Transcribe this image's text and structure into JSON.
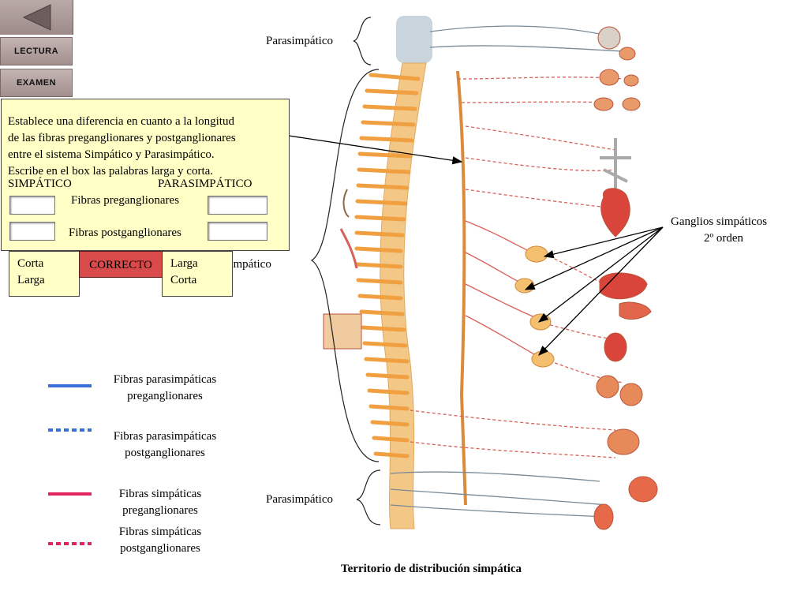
{
  "nav": {
    "lectura_label": "LECTURA",
    "examen_label": "EXAMEN"
  },
  "question": {
    "lines": [
      "Establece  una diferencia en cuanto a la longitud",
      "de las fibras preganglionares y postganglionares",
      "entre el sistema Simpático y Parasimpático.",
      "Escribe en el box  las palabras   larga y  corta."
    ],
    "col_simpatico": "SIMPÁTICO",
    "col_parasimpatico": "PARASIMPÁTICO",
    "row_pre": "Fibras preganglionares",
    "row_post": "Fibras postganglionares"
  },
  "answers": {
    "simpatico": [
      "Corta",
      "Larga"
    ],
    "parasimpatico": [
      "Larga",
      "Corta"
    ],
    "correct_label": "CORRECTO"
  },
  "diagram": {
    "label_para_top": "Parasimpático",
    "label_simp_partial": "Simpático",
    "label_para_bottom": "Parasimpático",
    "ganglios_line1": "Ganglios simpáticos",
    "ganglios_line2": "2º orden",
    "caption": "Territorio de distribución  simpática"
  },
  "legend": [
    {
      "line1": "Fibras parasimpáticas",
      "line2": "preganglionares",
      "color": "#3a6fd8",
      "style": "solid"
    },
    {
      "line1": "Fibras parasimpáticas",
      "line2": "postganglionares",
      "color": "#3a6fd8",
      "style": "dotted"
    },
    {
      "line1": "Fibras simpáticas",
      "line2": "preganglionares",
      "color": "#e0245e",
      "style": "solid"
    },
    {
      "line1": "Fibras simpáticas",
      "line2": "postganglionares",
      "color": "#e0245e",
      "style": "dotted"
    }
  ]
}
